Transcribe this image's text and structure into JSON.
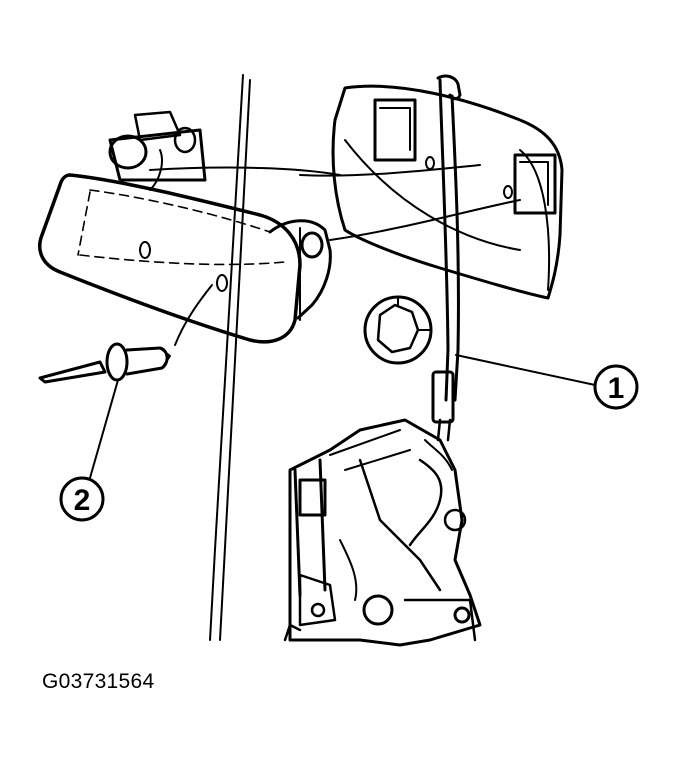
{
  "callouts": [
    {
      "label": "1"
    },
    {
      "label": "2"
    }
  ],
  "figure_code": "G03731564",
  "colors": {
    "ink": "#000000",
    "paper": "#ffffff"
  }
}
